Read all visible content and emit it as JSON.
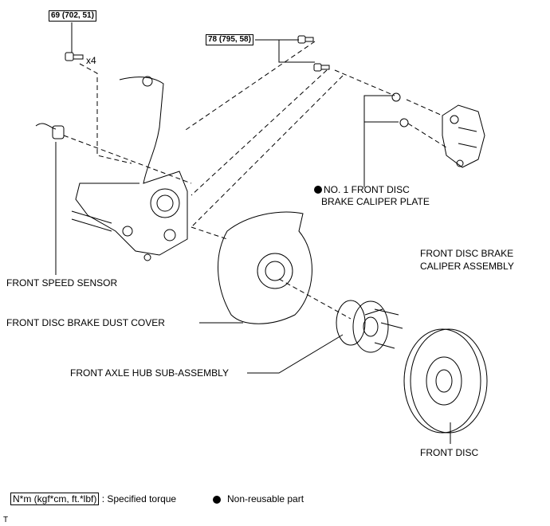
{
  "torques": {
    "knuckle_bolt": "69 (702, 51)",
    "caliper_bolt": "78 (795, 58)",
    "knuckle_qty": "x4"
  },
  "labels": {
    "speed_sensor": "FRONT SPEED SENSOR",
    "caliper_plate_1": "NO. 1 FRONT DISC",
    "caliper_plate_2": "BRAKE CALIPER PLATE",
    "caliper_1": "FRONT DISC BRAKE",
    "caliper_2": "CALIPER ASSEMBLY",
    "dust_cover": "FRONT DISC BRAKE DUST COVER",
    "hub": "FRONT AXLE HUB SUB-ASSEMBLY",
    "disc": "FRONT DISC"
  },
  "legend": {
    "torque_unit": "N*m (kgf*cm, ft.*lbf)",
    "torque_text": ": Specified torque",
    "nonreusable_text": "Non-reusable part"
  },
  "corner_mark": "T"
}
